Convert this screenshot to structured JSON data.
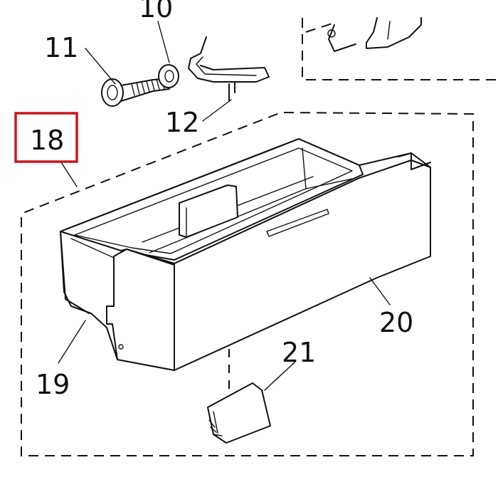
{
  "diagram": {
    "callouts": {
      "c10": "10",
      "c11": "11",
      "c12": "12",
      "c18": "18",
      "c19": "19",
      "c20": "20",
      "c21": "21"
    },
    "highlighted_callout": "18",
    "highlight_color": "#c8161d",
    "line_color": "#111111",
    "background": "#ffffff"
  }
}
